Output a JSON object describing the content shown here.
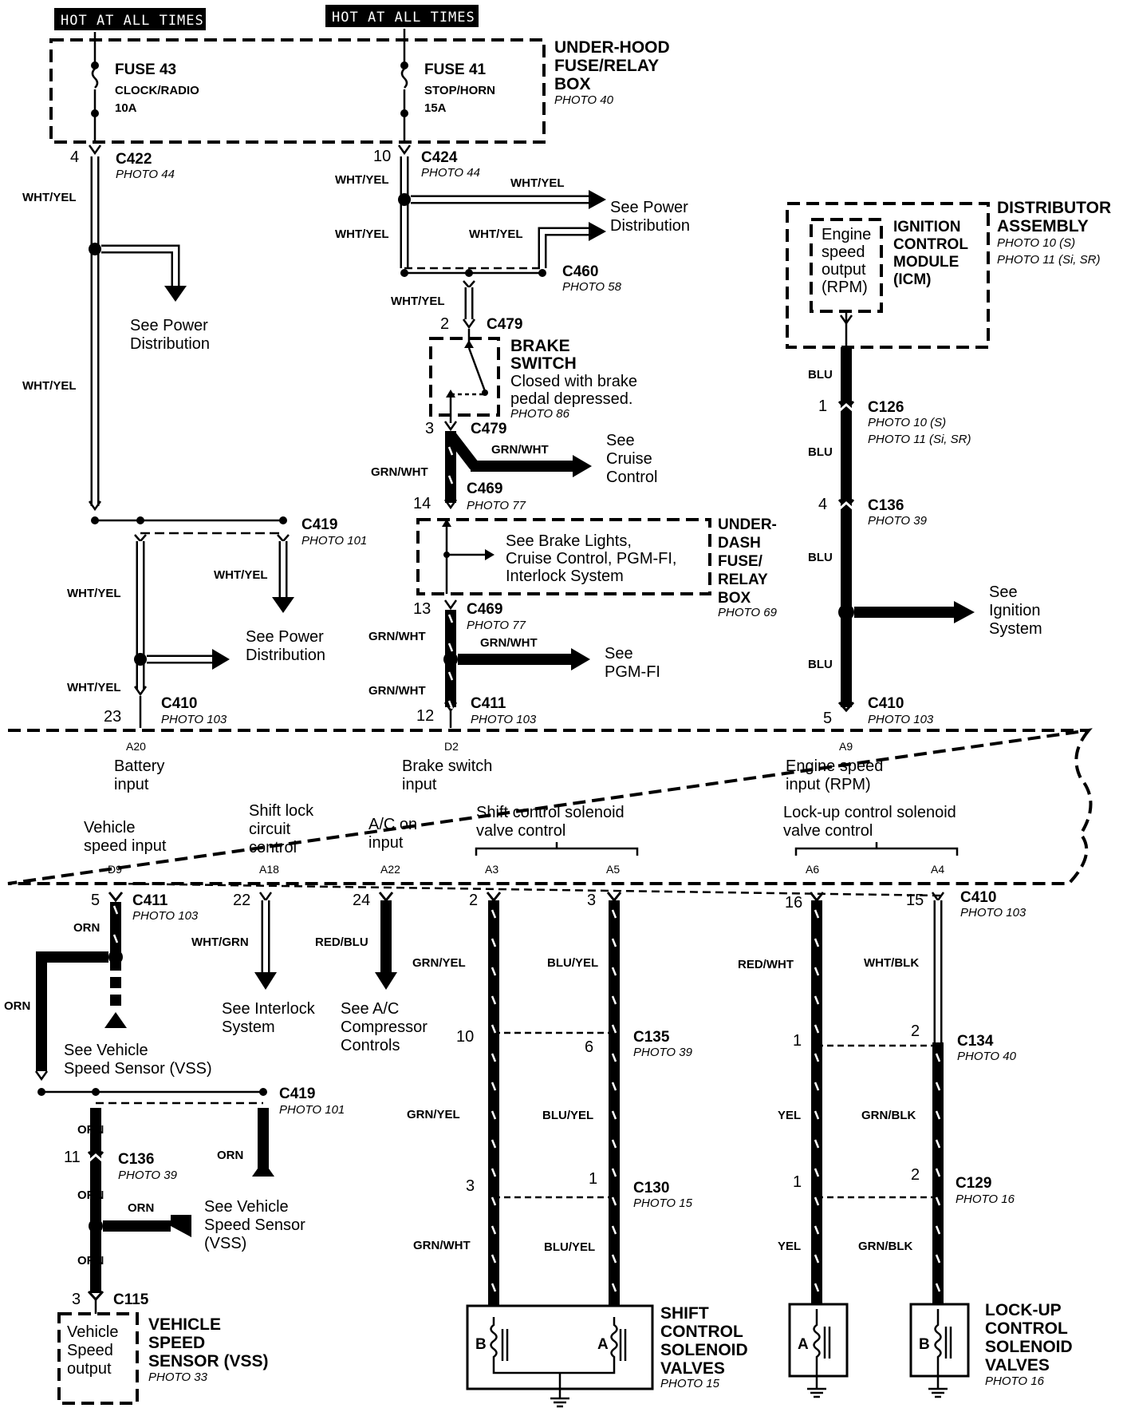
{
  "header": {
    "hot_left": "HOT AT ALL TIMES",
    "hot_right": "HOT AT ALL TIMES"
  },
  "fuse_box": {
    "title_lines": [
      "UNDER-HOOD",
      "FUSE/RELAY",
      "BOX"
    ],
    "photo": "PHOTO 40",
    "fuse43": {
      "name": "FUSE 43",
      "desc": "CLOCK/RADIO",
      "amps": "10A"
    },
    "fuse41": {
      "name": "FUSE 41",
      "desc": "STOP/HORN",
      "amps": "15A"
    }
  },
  "connectors": {
    "c422": {
      "pin": "4",
      "name": "C422",
      "photo": "PHOTO 44"
    },
    "c424": {
      "pin": "10",
      "name": "C424",
      "photo": "PHOTO 44"
    },
    "c460": {
      "name": "C460",
      "photo": "PHOTO 58"
    },
    "c479_top": {
      "pin": "2",
      "name": "C479"
    },
    "c479_bot": {
      "pin": "3",
      "name": "C479"
    },
    "c469_top": {
      "pin": "14",
      "name": "C469",
      "photo": "PHOTO 77"
    },
    "c469_bot": {
      "pin": "13",
      "name": "C469",
      "photo": "PHOTO 77"
    },
    "c419_top": {
      "name": "C419",
      "photo": "PHOTO 101"
    },
    "c410_left": {
      "pin": "23",
      "name": "C410",
      "photo": "PHOTO 103"
    },
    "c411_top": {
      "pin": "12",
      "name": "C411",
      "photo": "PHOTO 103"
    },
    "c126": {
      "pin": "1",
      "name": "C126",
      "photo1": "PHOTO 10 (S)",
      "photo2": "PHOTO 11 (Si, SR)"
    },
    "c136_top": {
      "pin": "4",
      "name": "C136",
      "photo": "PHOTO 39"
    },
    "c410_right": {
      "pin": "5",
      "name": "C410",
      "photo": "PHOTO 103"
    },
    "c411_bot": {
      "pin": "5",
      "name": "C411",
      "photo": "PHOTO 103"
    },
    "c410_bot": {
      "name": "C410",
      "photo": "PHOTO 103"
    },
    "c419_bot": {
      "name": "C419",
      "photo": "PHOTO 101"
    },
    "c136_bot": {
      "pin": "11",
      "name": "C136",
      "photo": "PHOTO 39"
    },
    "c115": {
      "pin": "3",
      "name": "C115"
    },
    "c135": {
      "name": "C135",
      "photo": "PHOTO 39",
      "pin_a": "10",
      "pin_b": "6"
    },
    "c130": {
      "name": "C130",
      "photo": "PHOTO 15",
      "pin_a": "3",
      "pin_b": "1"
    },
    "c134": {
      "name": "C134",
      "photo": "PHOTO 40",
      "pin_a": "1",
      "pin_b": "2"
    },
    "c129": {
      "name": "C129",
      "photo": "PHOTO 16",
      "pin_a": "1",
      "pin_b": "2"
    }
  },
  "wires": {
    "wht_yel": "WHT/YEL",
    "grn_wht": "GRN/WHT",
    "blu": "BLU",
    "orn": "ORN",
    "wht_grn": "WHT/GRN",
    "red_blu": "RED/BLU",
    "grn_yel": "GRN/YEL",
    "blu_yel": "BLU/YEL",
    "red_wht": "RED/WHT",
    "wht_blk": "WHT/BLK",
    "yel": "YEL",
    "grn_blk": "GRN/BLK"
  },
  "references": {
    "power_dist": [
      "See Power",
      "Distribution"
    ],
    "cruise": [
      "See",
      "Cruise",
      "Control"
    ],
    "underdash_list": [
      "See Brake Lights,",
      "Cruise Control, PGM-FI,",
      "Interlock System"
    ],
    "pgmfi": [
      "See",
      "PGM-FI"
    ],
    "ignition": [
      "See",
      "Ignition",
      "System"
    ],
    "interlock": [
      "See Interlock",
      "System"
    ],
    "ac": [
      "See A/C",
      "Compressor",
      "Controls"
    ],
    "vss": [
      "See Vehicle",
      "Speed Sensor (VSS)"
    ],
    "vss2": [
      "See Vehicle",
      "Speed Sensor",
      "(VSS)"
    ]
  },
  "brake_switch": {
    "title": [
      "BRAKE",
      "SWITCH"
    ],
    "desc": [
      "Closed with brake",
      "pedal depressed."
    ],
    "photo": "PHOTO 86"
  },
  "underdash": {
    "title": [
      "UNDER-",
      "DASH",
      "FUSE/",
      "RELAY",
      "BOX"
    ],
    "photo": "PHOTO 69"
  },
  "distributor": {
    "title": [
      "DISTRIBUTOR",
      "ASSEMBLY"
    ],
    "photo1": "PHOTO 10 (S)",
    "photo2": "PHOTO 11 (Si, SR)",
    "icm": [
      "IGNITION",
      "CONTROL",
      "MODULE",
      "(ICM)"
    ],
    "output": [
      "Engine",
      "speed",
      "output",
      "(RPM)"
    ]
  },
  "pcm": {
    "pins": {
      "a20": "A20",
      "d2": "D2",
      "a9": "A9",
      "d9": "D9",
      "a18": "A18",
      "a22": "A22",
      "a3": "A3",
      "a5": "A5",
      "a6": "A6",
      "a4": "A4"
    },
    "battery": [
      "Battery",
      "input"
    ],
    "brake": [
      "Brake switch",
      "input"
    ],
    "engine": [
      "Engine speed",
      "input (RPM)"
    ],
    "vehicle_speed": [
      "Vehicle",
      "speed input"
    ],
    "shift_lock": [
      "Shift lock",
      "circuit",
      "control"
    ],
    "ac_on": [
      "A/C on",
      "input"
    ],
    "shift_ctrl": [
      "Shift control solenoid",
      "valve control"
    ],
    "lockup_ctrl": [
      "Lock-up control solenoid",
      "valve control"
    ]
  },
  "bottom_pins": {
    "p22": "22",
    "p24": "24",
    "p2": "2",
    "p3": "3",
    "p16": "16",
    "p15": "15"
  },
  "vss_sensor": {
    "title": [
      "VEHICLE",
      "SPEED",
      "SENSOR (VSS)"
    ],
    "photo": "PHOTO 33",
    "output": [
      "Vehicle",
      "Speed",
      "output"
    ]
  },
  "shift_solenoids": {
    "title": [
      "SHIFT",
      "CONTROL",
      "SOLENOID",
      "VALVES"
    ],
    "photo": "PHOTO 15",
    "b": "B",
    "a": "A"
  },
  "lockup_solenoids": {
    "title": [
      "LOCK-UP",
      "CONTROL",
      "SOLENOID",
      "VALVES"
    ],
    "photo": "PHOTO 16",
    "a": "A",
    "b": "B"
  }
}
